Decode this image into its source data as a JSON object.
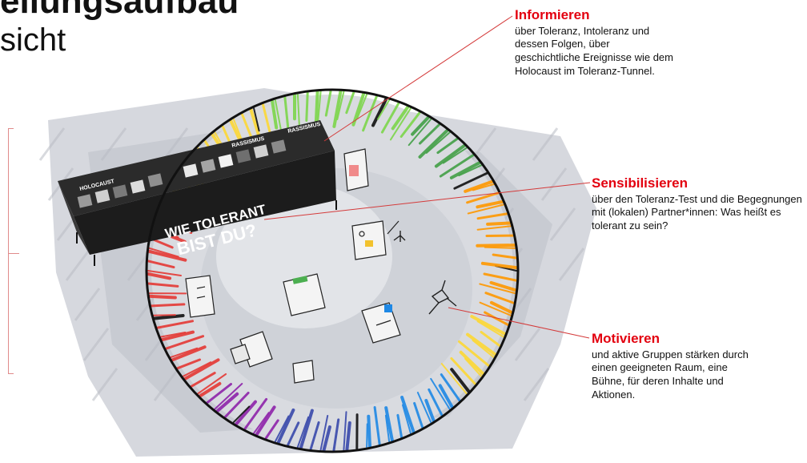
{
  "header": {
    "title": "ellungsaufbau",
    "subtitle": "sicht"
  },
  "booth": {
    "sign_line1": "WIE TOLERANT",
    "sign_line2": "BIST DU?",
    "panel_label_left": "HOLOCAUST",
    "panel_label_mid": "RASSISMUS",
    "panel_label_right": "RASSISMUS"
  },
  "annotations": [
    {
      "heading": "Informieren",
      "text": "über Toleranz, Intoleranz und dessen Folgen, über geschichtliche Ereignisse wie dem Holocaust im Toleranz-Tunnel."
    },
    {
      "heading": "Sensibilisieren",
      "text": "über den Toleranz-Test und die Begegnungen mit (lokalen) Partner*innen: Was heißt es tolerant zu sein?"
    },
    {
      "heading": "Motivieren",
      "text": "und aktive Gruppen stärken durch einen geeigneten Raum, eine Bühne, für deren Inhalte und Aktionen."
    }
  ],
  "colors": {
    "accent": "#e3000f",
    "leader": "#d43a3a",
    "ring_palette": [
      "#e53935",
      "#ff9800",
      "#fdd835",
      "#7cd64b",
      "#43a047",
      "#1e88e5",
      "#3949ab",
      "#8e24aa",
      "#111111"
    ]
  }
}
